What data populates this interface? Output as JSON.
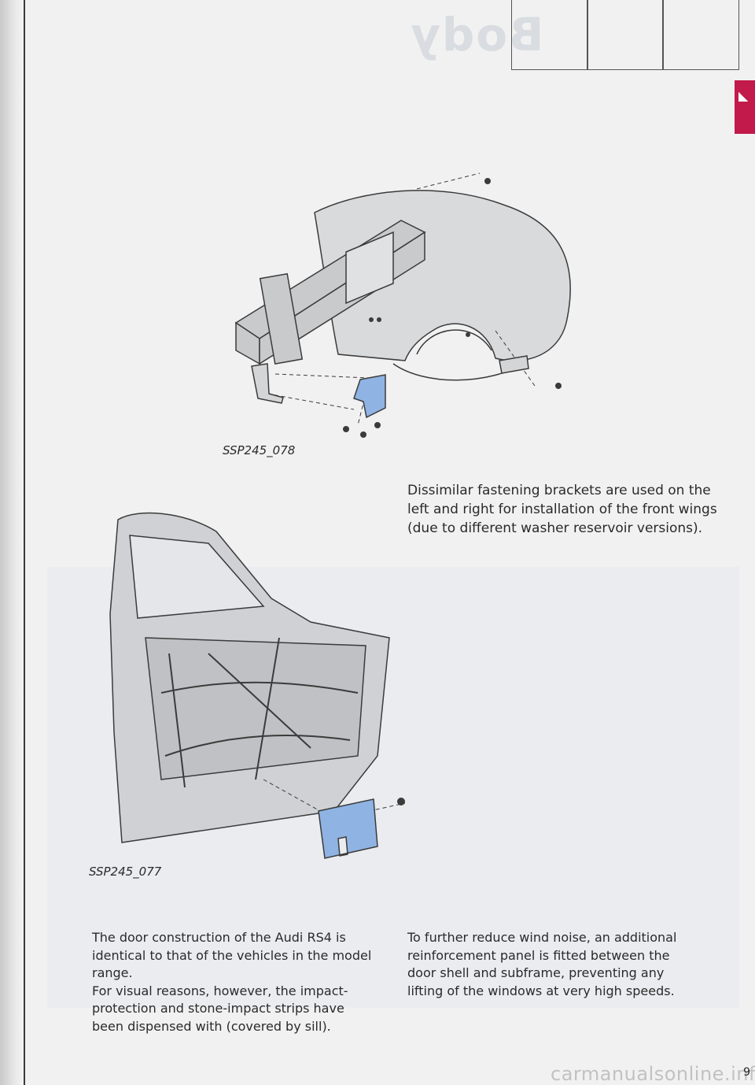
{
  "header": {
    "section_title": "Body",
    "tab_glyph": "◣"
  },
  "figures": [
    {
      "id": "SSP245_078"
    },
    {
      "id": "SSP245_077"
    }
  ],
  "caption_078": "Dissimilar fastening brackets are used on the\nleft and right for installation of the front wings\n(due to different washer reservoir versions).",
  "body": {
    "left": "The door construction of the Audi RS4 is\nidentical to that of the vehicles in the model\nrange.\nFor visual reasons, however, the impact-\nprotection and stone-impact strips have\nbeen dispensed with (covered by sill).",
    "right": "To further reduce wind noise, an additional\nreinforcement panel is fitted between the\ndoor shell and subframe, preventing any\nlifting of the windows at very high speeds."
  },
  "page_number": "9",
  "watermark": "carmanualsonline.info",
  "colors": {
    "accent_tab": "#c21a4a",
    "highlight_part": "#8fb3e3",
    "line_art": "#3b3b3b"
  }
}
